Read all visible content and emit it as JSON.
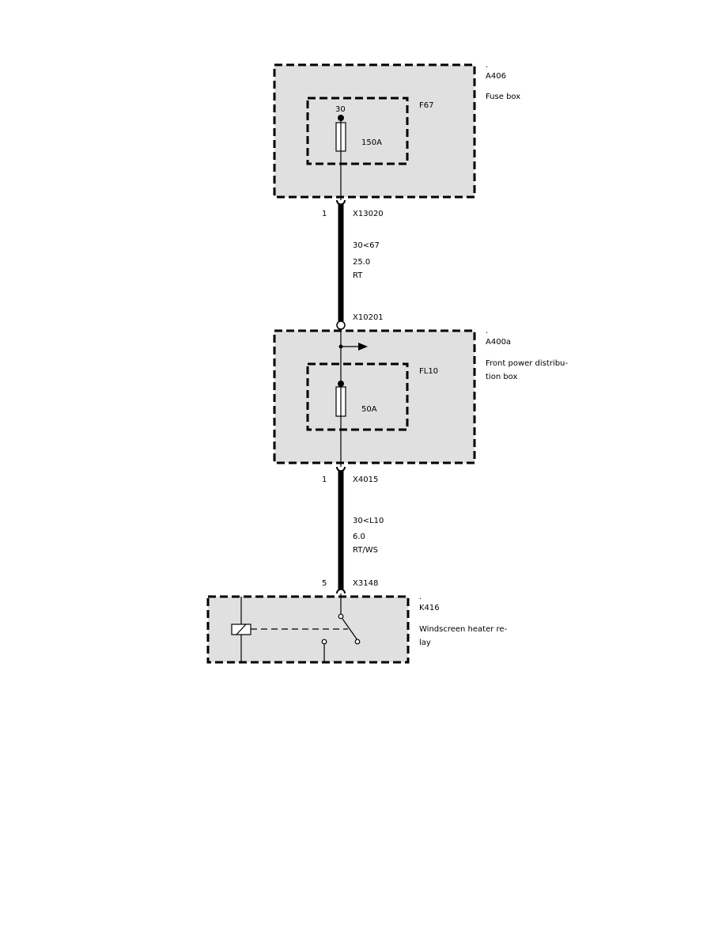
{
  "a406": {
    "dot": ".",
    "id": "A406",
    "name": "Fuse box",
    "fuse_id": "F67",
    "terminal": "30",
    "rating": "150A"
  },
  "wire1": {
    "pin": "1",
    "connector_top": "X13020",
    "circuit": "30<67",
    "size": "25.0",
    "color": "RT",
    "connector_bottom": "X10201"
  },
  "a400a": {
    "dot": ".",
    "id": "A400a",
    "name_line1": "Front power distribu-",
    "name_line2": "tion box",
    "fuse_id": "FL10",
    "rating": "50A"
  },
  "wire2": {
    "pin": "1",
    "connector_top": "X4015",
    "circuit": "30<L10",
    "size": "6.0",
    "color": "RT/WS",
    "pin_bottom": "5",
    "connector_bottom": "X3148"
  },
  "k416": {
    "dot": ".",
    "id": "K416",
    "name_line1": "Windscreen heater re-",
    "name_line2": "lay"
  }
}
